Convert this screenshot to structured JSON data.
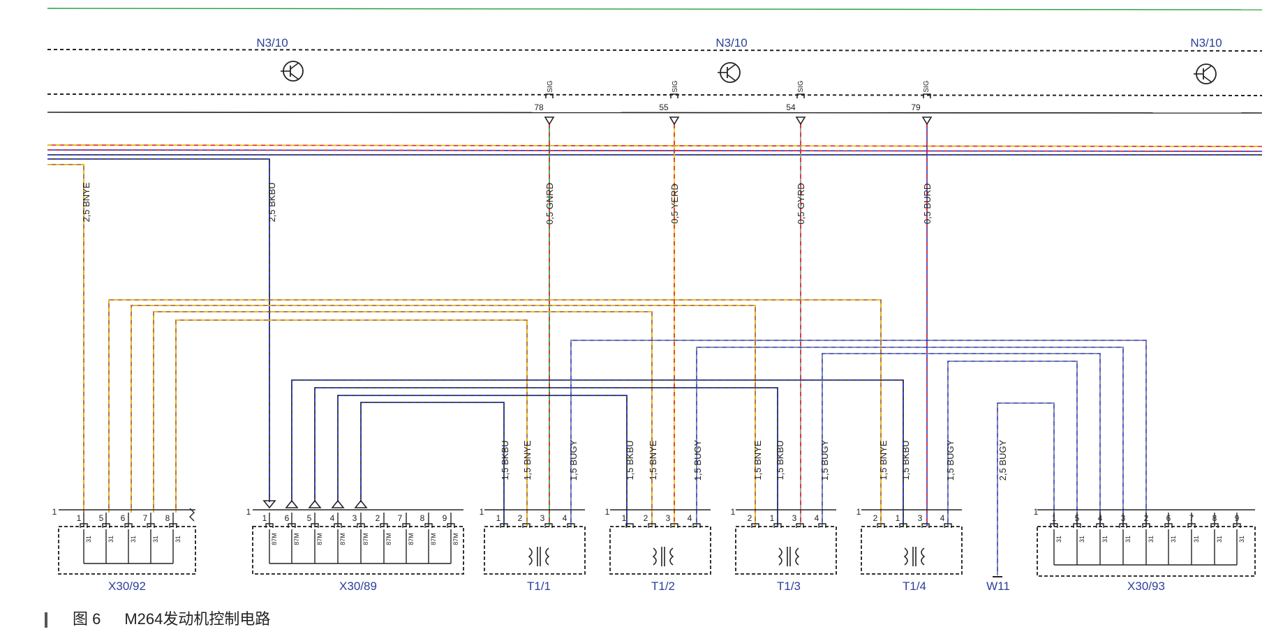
{
  "colors": {
    "BN": "#a0522d",
    "YE": "#e8c400",
    "BK": "#111111",
    "BU": "#2233cc",
    "GN": "#1f9d3a",
    "RD": "#e02020",
    "GY": "#8c8c8c",
    "label": "#2b3f9a"
  },
  "top_module": {
    "label": "N3/10"
  },
  "top_pins": [
    {
      "num": "78",
      "sig": "SIG",
      "wire": "0,5 GNRD"
    },
    {
      "num": "55",
      "sig": "SIG",
      "wire": "0,5 YERD"
    },
    {
      "num": "54",
      "sig": "SIG",
      "wire": "0,5 GYRD"
    },
    {
      "num": "79",
      "sig": "SIG",
      "wire": "0,5 BURD"
    }
  ],
  "feed_wires": [
    {
      "wire": "2,5 BNYE"
    },
    {
      "wire": "2,5 BKBU"
    }
  ],
  "connectors": {
    "x30_92": {
      "label": "X30/92",
      "start": "1",
      "pins": [
        "1",
        "5",
        "6",
        "7",
        "8"
      ],
      "term": "31"
    },
    "x30_89": {
      "label": "X30/89",
      "start": "1",
      "pins": [
        "1",
        "6",
        "5",
        "4",
        "3",
        "2",
        "7",
        "8",
        "9"
      ],
      "term": "87M"
    },
    "x30_93": {
      "label": "X30/93",
      "start": "1",
      "pins": [
        "1",
        "5",
        "4",
        "3",
        "2",
        "6",
        "7",
        "8",
        "9"
      ],
      "term": "31"
    }
  },
  "coils": [
    {
      "label": "T1/1",
      "start": "1",
      "pins": [
        "1",
        "2",
        "3",
        "4"
      ],
      "wires": [
        "1,5 BKBU",
        "1,5 BNYE",
        "1,5 BUGY"
      ]
    },
    {
      "label": "T1/2",
      "start": "1",
      "pins": [
        "1",
        "2",
        "3",
        "4"
      ],
      "wires": [
        "1,5 BKBU",
        "1,5 BNYE",
        "1,5 BUGY"
      ]
    },
    {
      "label": "T1/3",
      "start": "1",
      "pins": [
        "2",
        "1",
        "3",
        "4"
      ],
      "wires": [
        "1,5 BNYE",
        "1,5 BKBU",
        "1,5 BUGY"
      ]
    },
    {
      "label": "T1/4",
      "start": "1",
      "pins": [
        "2",
        "1",
        "3",
        "4"
      ],
      "wires": [
        "1,5 BNYE",
        "1,5 BKBU",
        "1,5 BUGY"
      ]
    }
  ],
  "ground": {
    "label": "W11",
    "wire": "2,5 BUGY"
  },
  "caption": {
    "fig": "图 6",
    "title": "M264发动机控制电路"
  }
}
